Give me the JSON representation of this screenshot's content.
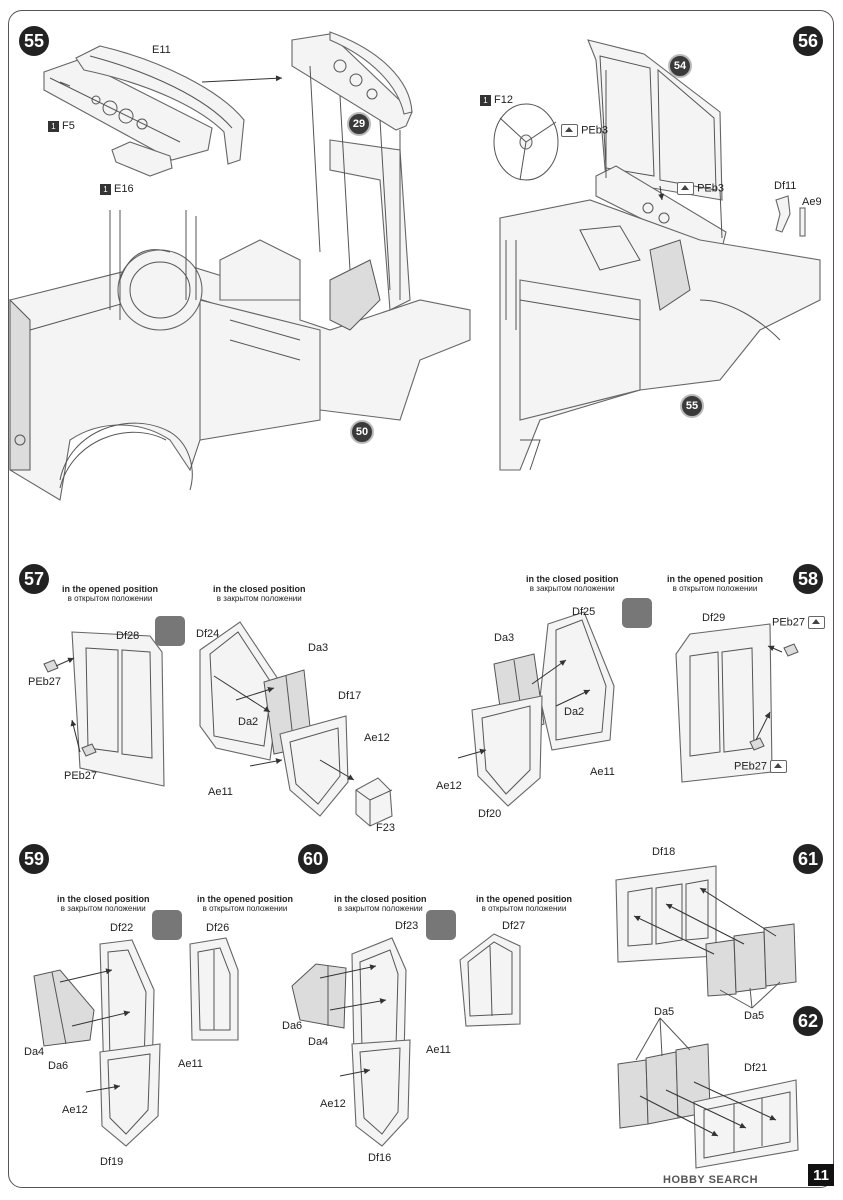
{
  "page_number": "11",
  "watermark": "HOBBY SEARCH",
  "captions": {
    "opened_en": "in the opened position",
    "opened_ru": "в открытом положении",
    "closed_en": "in the closed position",
    "closed_ru": "в закрытом положении"
  },
  "steps": {
    "s55": {
      "number": "55",
      "labels": {
        "e11": "E11",
        "f5": "F5",
        "e16": "E16"
      },
      "sprue_marks": {
        "f5": "1",
        "e16": "1"
      },
      "refs": {
        "r29": "29",
        "r50": "50"
      }
    },
    "s56": {
      "number": "56",
      "labels": {
        "f12": "F12",
        "peb3_a": "PEb3",
        "peb3_b": "PEb3",
        "df11": "Df11",
        "ae9": "Ae9"
      },
      "sprue_marks": {
        "f12": "1"
      },
      "refs": {
        "r54": "54",
        "r55": "55"
      }
    },
    "s57": {
      "number": "57",
      "labels": {
        "df28": "Df28",
        "peb27_a": "PEb27",
        "peb27_b": "PEb27",
        "df24": "Df24",
        "da3": "Da3",
        "da2": "Da2",
        "df17": "Df17",
        "ae12": "Ae12",
        "ae11": "Ae11",
        "f23": "F23"
      }
    },
    "s58": {
      "number": "58",
      "labels": {
        "df25": "Df25",
        "da3": "Da3",
        "da2": "Da2",
        "ae12": "Ae12",
        "ae11": "Ae11",
        "df20": "Df20",
        "df29": "Df29",
        "peb27_a": "PEb27",
        "peb27_b": "PEb27"
      }
    },
    "s59": {
      "number": "59",
      "labels": {
        "df22": "Df22",
        "da4": "Da4",
        "da6": "Da6",
        "ae12": "Ae12",
        "ae11": "Ae11",
        "df19": "Df19",
        "df26": "Df26"
      }
    },
    "s60": {
      "number": "60",
      "labels": {
        "df23": "Df23",
        "da6": "Da6",
        "da4": "Da4",
        "ae12": "Ae12",
        "ae11": "Ae11",
        "df16": "Df16",
        "df27": "Df27"
      }
    },
    "s61": {
      "number": "61",
      "labels": {
        "df18": "Df18",
        "da5": "Da5"
      }
    },
    "s62": {
      "number": "62",
      "labels": {
        "da5": "Da5",
        "df21": "Df21"
      }
    }
  }
}
